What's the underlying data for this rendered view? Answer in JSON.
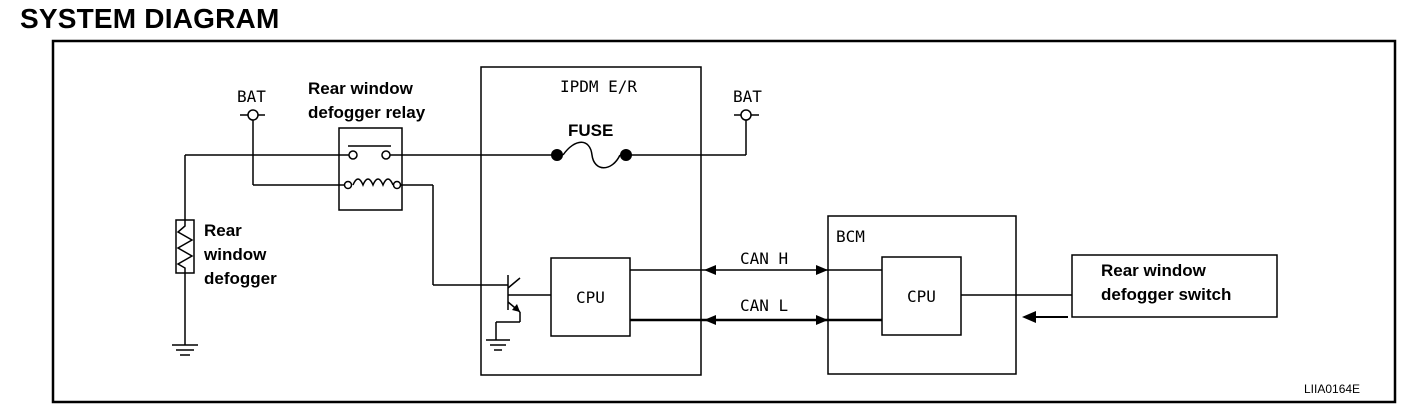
{
  "title": "SYSTEM DIAGRAM",
  "diagram_id": "LIIA0164E",
  "labels": {
    "bat_left": "BAT",
    "bat_right": "BAT",
    "relay_line1": "Rear window",
    "relay_line2": "defogger relay",
    "ipdm": "IPDM E/R",
    "fuse": "FUSE",
    "defogger_line1": "Rear",
    "defogger_line2": "window",
    "defogger_line3": "defogger",
    "cpu_ipdm": "CPU",
    "can_h": "CAN H",
    "can_l": "CAN L",
    "bcm": "BCM",
    "cpu_bcm": "CPU",
    "switch_line1": "Rear window",
    "switch_line2": "defogger switch"
  }
}
